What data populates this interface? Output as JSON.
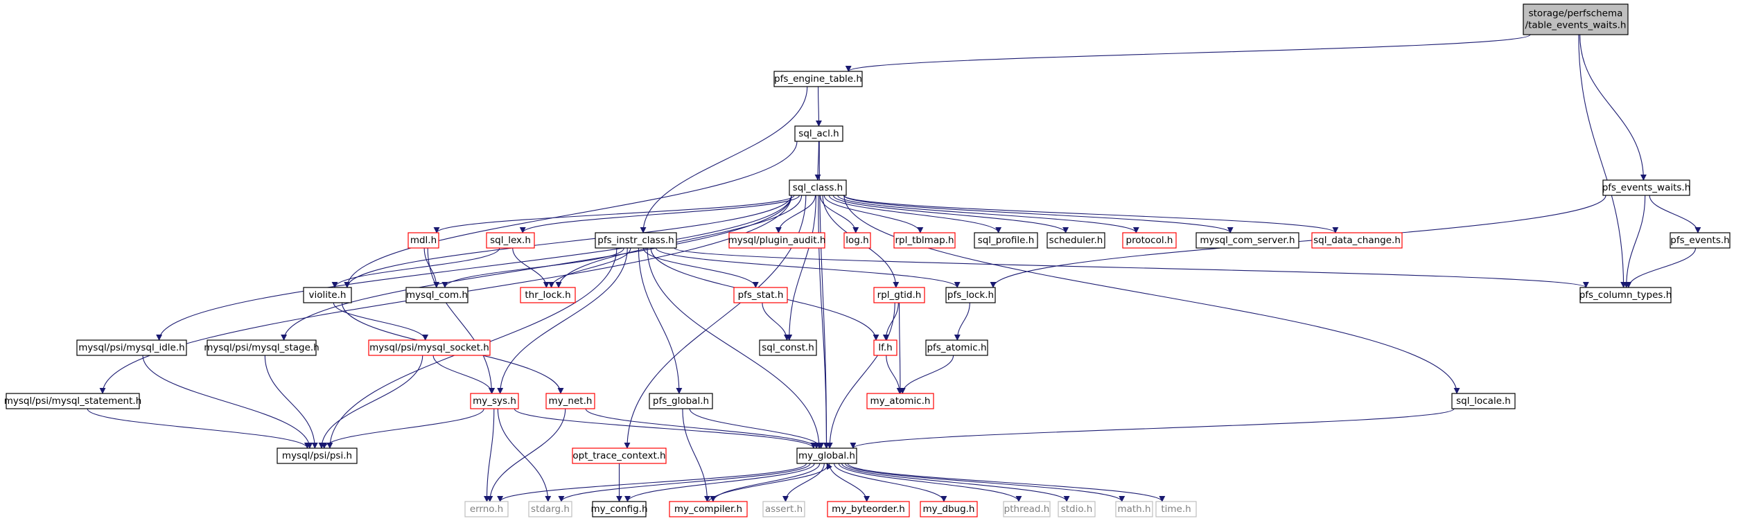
{
  "graph": {
    "nodes": [
      {
        "id": "table_events_waits",
        "lines": [
          "storage/perfschema",
          "/table_events_waits.h"
        ],
        "style": "root"
      },
      {
        "id": "pfs_engine_table",
        "lines": [
          "pfs_engine_table.h"
        ],
        "style": "black"
      },
      {
        "id": "pfs_events_waits",
        "lines": [
          "pfs_events_waits.h"
        ],
        "style": "black"
      },
      {
        "id": "pfs_column_types",
        "lines": [
          "pfs_column_types.h"
        ],
        "style": "black"
      },
      {
        "id": "sql_acl",
        "lines": [
          "sql_acl.h"
        ],
        "style": "black"
      },
      {
        "id": "pfs_instr_class",
        "lines": [
          "pfs_instr_class.h"
        ],
        "style": "black"
      },
      {
        "id": "sql_class",
        "lines": [
          "sql_class.h"
        ],
        "style": "black"
      },
      {
        "id": "my_global",
        "lines": [
          "my_global.h"
        ],
        "style": "black"
      },
      {
        "id": "violite",
        "lines": [
          "violite.h"
        ],
        "style": "black"
      },
      {
        "id": "mdl",
        "lines": [
          "mdl.h"
        ],
        "style": "red"
      },
      {
        "id": "sql_lex",
        "lines": [
          "sql_lex.h"
        ],
        "style": "red"
      },
      {
        "id": "mysql_plugin_audit",
        "lines": [
          "mysql/plugin_audit.h"
        ],
        "style": "red"
      },
      {
        "id": "log",
        "lines": [
          "log.h"
        ],
        "style": "red"
      },
      {
        "id": "rpl_tblmap",
        "lines": [
          "rpl_tblmap.h"
        ],
        "style": "red"
      },
      {
        "id": "sql_profile",
        "lines": [
          "sql_profile.h"
        ],
        "style": "black"
      },
      {
        "id": "scheduler",
        "lines": [
          "scheduler.h"
        ],
        "style": "black"
      },
      {
        "id": "protocol",
        "lines": [
          "protocol.h"
        ],
        "style": "red"
      },
      {
        "id": "mysql_com_server",
        "lines": [
          "mysql_com_server.h"
        ],
        "style": "black"
      },
      {
        "id": "sql_data_change",
        "lines": [
          "sql_data_change.h"
        ],
        "style": "red"
      },
      {
        "id": "pfs_events",
        "lines": [
          "pfs_events.h"
        ],
        "style": "black"
      },
      {
        "id": "mysql_com",
        "lines": [
          "mysql_com.h"
        ],
        "style": "black"
      },
      {
        "id": "thr_lock",
        "lines": [
          "thr_lock.h"
        ],
        "style": "red"
      },
      {
        "id": "pfs_stat",
        "lines": [
          "pfs_stat.h"
        ],
        "style": "red"
      },
      {
        "id": "rpl_gtid",
        "lines": [
          "rpl_gtid.h"
        ],
        "style": "red"
      },
      {
        "id": "pfs_lock",
        "lines": [
          "pfs_lock.h"
        ],
        "style": "black"
      },
      {
        "id": "psi_mysql_idle",
        "lines": [
          "mysql/psi/mysql_idle.h"
        ],
        "style": "black"
      },
      {
        "id": "psi_mysql_stage",
        "lines": [
          "mysql/psi/mysql_stage.h"
        ],
        "style": "black"
      },
      {
        "id": "psi_mysql_socket",
        "lines": [
          "mysql/psi/mysql_socket.h"
        ],
        "style": "red"
      },
      {
        "id": "sql_const",
        "lines": [
          "sql_const.h"
        ],
        "style": "black"
      },
      {
        "id": "lf",
        "lines": [
          "lf.h"
        ],
        "style": "red"
      },
      {
        "id": "pfs_atomic",
        "lines": [
          "pfs_atomic.h"
        ],
        "style": "black"
      },
      {
        "id": "psi_mysql_statement",
        "lines": [
          "mysql/psi/mysql_statement.h"
        ],
        "style": "black"
      },
      {
        "id": "my_sys",
        "lines": [
          "my_sys.h"
        ],
        "style": "red"
      },
      {
        "id": "my_net",
        "lines": [
          "my_net.h"
        ],
        "style": "red"
      },
      {
        "id": "pfs_global",
        "lines": [
          "pfs_global.h"
        ],
        "style": "black"
      },
      {
        "id": "my_atomic",
        "lines": [
          "my_atomic.h"
        ],
        "style": "red"
      },
      {
        "id": "sql_locale",
        "lines": [
          "sql_locale.h"
        ],
        "style": "black"
      },
      {
        "id": "psi_psi",
        "lines": [
          "mysql/psi/psi.h"
        ],
        "style": "black"
      },
      {
        "id": "opt_trace_context",
        "lines": [
          "opt_trace_context.h"
        ],
        "style": "red"
      },
      {
        "id": "errno",
        "lines": [
          "errno.h"
        ],
        "style": "gray"
      },
      {
        "id": "stdarg",
        "lines": [
          "stdarg.h"
        ],
        "style": "gray"
      },
      {
        "id": "my_config",
        "lines": [
          "my_config.h"
        ],
        "style": "black"
      },
      {
        "id": "my_compiler",
        "lines": [
          "my_compiler.h"
        ],
        "style": "red"
      },
      {
        "id": "assert",
        "lines": [
          "assert.h"
        ],
        "style": "gray"
      },
      {
        "id": "my_byteorder",
        "lines": [
          "my_byteorder.h"
        ],
        "style": "red"
      },
      {
        "id": "my_dbug",
        "lines": [
          "my_dbug.h"
        ],
        "style": "red"
      },
      {
        "id": "pthread",
        "lines": [
          "pthread.h"
        ],
        "style": "gray"
      },
      {
        "id": "stdio",
        "lines": [
          "stdio.h"
        ],
        "style": "gray"
      },
      {
        "id": "math",
        "lines": [
          "math.h"
        ],
        "style": "gray"
      },
      {
        "id": "time",
        "lines": [
          "time.h"
        ],
        "style": "gray"
      }
    ],
    "edges": [
      [
        "table_events_waits",
        "pfs_engine_table"
      ],
      [
        "table_events_waits",
        "pfs_events_waits"
      ],
      [
        "table_events_waits",
        "pfs_column_types"
      ],
      [
        "pfs_engine_table",
        "sql_acl"
      ],
      [
        "pfs_engine_table",
        "pfs_instr_class"
      ],
      [
        "sql_acl",
        "sql_class"
      ],
      [
        "sql_acl",
        "violite"
      ],
      [
        "sql_acl",
        "my_global"
      ],
      [
        "pfs_events_waits",
        "pfs_events"
      ],
      [
        "pfs_events_waits",
        "pfs_column_types"
      ],
      [
        "pfs_events_waits",
        "pfs_lock"
      ],
      [
        "pfs_events",
        "pfs_column_types"
      ],
      [
        "sql_class",
        "mdl"
      ],
      [
        "sql_class",
        "sql_lex"
      ],
      [
        "sql_class",
        "mysql_plugin_audit"
      ],
      [
        "sql_class",
        "log"
      ],
      [
        "sql_class",
        "rpl_tblmap"
      ],
      [
        "sql_class",
        "sql_profile"
      ],
      [
        "sql_class",
        "scheduler"
      ],
      [
        "sql_class",
        "protocol"
      ],
      [
        "sql_class",
        "mysql_com_server"
      ],
      [
        "sql_class",
        "sql_data_change"
      ],
      [
        "sql_class",
        "violite"
      ],
      [
        "sql_class",
        "thr_lock"
      ],
      [
        "sql_class",
        "psi_mysql_idle"
      ],
      [
        "sql_class",
        "psi_mysql_stage"
      ],
      [
        "sql_class",
        "psi_mysql_statement"
      ],
      [
        "sql_class",
        "opt_trace_context"
      ],
      [
        "sql_class",
        "sql_const"
      ],
      [
        "sql_class",
        "rpl_gtid"
      ],
      [
        "sql_class",
        "sql_locale"
      ],
      [
        "sql_class",
        "my_global"
      ],
      [
        "mdl",
        "mysql_com"
      ],
      [
        "mdl",
        "my_sys"
      ],
      [
        "sql_lex",
        "violite"
      ],
      [
        "sql_lex",
        "thr_lock"
      ],
      [
        "pfs_instr_class",
        "mysql_com"
      ],
      [
        "pfs_instr_class",
        "thr_lock"
      ],
      [
        "pfs_instr_class",
        "pfs_stat"
      ],
      [
        "pfs_instr_class",
        "lf"
      ],
      [
        "pfs_instr_class",
        "pfs_lock"
      ],
      [
        "pfs_instr_class",
        "pfs_column_types"
      ],
      [
        "pfs_instr_class",
        "pfs_global"
      ],
      [
        "pfs_instr_class",
        "my_global"
      ],
      [
        "pfs_instr_class",
        "my_sys"
      ],
      [
        "pfs_instr_class",
        "psi_psi"
      ],
      [
        "violite",
        "psi_mysql_socket"
      ],
      [
        "violite",
        "my_net"
      ],
      [
        "pfs_stat",
        "sql_const"
      ],
      [
        "rpl_gtid",
        "lf"
      ],
      [
        "rpl_gtid",
        "my_atomic"
      ],
      [
        "rpl_gtid",
        "my_global"
      ],
      [
        "pfs_lock",
        "pfs_atomic"
      ],
      [
        "pfs_atomic",
        "my_atomic"
      ],
      [
        "lf",
        "my_atomic"
      ],
      [
        "psi_mysql_idle",
        "psi_psi"
      ],
      [
        "psi_mysql_stage",
        "psi_psi"
      ],
      [
        "psi_mysql_statement",
        "psi_psi"
      ],
      [
        "psi_mysql_socket",
        "my_sys"
      ],
      [
        "psi_mysql_socket",
        "psi_psi"
      ],
      [
        "my_sys",
        "psi_psi"
      ],
      [
        "my_sys",
        "my_global"
      ],
      [
        "my_sys",
        "errno"
      ],
      [
        "my_sys",
        "stdarg"
      ],
      [
        "my_net",
        "my_global"
      ],
      [
        "my_net",
        "errno"
      ],
      [
        "pfs_global",
        "my_global"
      ],
      [
        "pfs_global",
        "my_compiler"
      ],
      [
        "sql_locale",
        "my_global"
      ],
      [
        "opt_trace_context",
        "my_config"
      ],
      [
        "my_global",
        "errno"
      ],
      [
        "my_global",
        "stdarg"
      ],
      [
        "my_global",
        "my_config"
      ],
      [
        "my_global",
        "my_compiler"
      ],
      [
        "my_global",
        "assert"
      ],
      [
        "my_global",
        "my_byteorder"
      ],
      [
        "my_global",
        "my_dbug"
      ],
      [
        "my_global",
        "pthread"
      ],
      [
        "my_global",
        "stdio"
      ],
      [
        "my_global",
        "math"
      ],
      [
        "my_global",
        "time"
      ],
      [
        "my_compiler",
        "my_global"
      ]
    ],
    "colors": {
      "edge": "#191970",
      "root_fill": "#bfbfbf",
      "black_border": "#000000",
      "red_border": "#ff0000",
      "gray_border": "#bfbfbf",
      "gray_text": "#808080"
    }
  }
}
